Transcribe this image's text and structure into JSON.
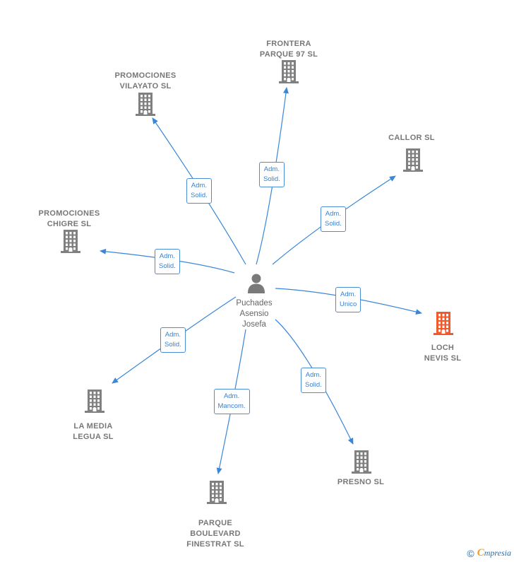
{
  "person": {
    "name": "Puchades\nAsensio\nJosefa",
    "icon": "person-icon"
  },
  "companies": [
    {
      "id": "frontera",
      "name": "FRONTERA\nPARQUE 97  SL",
      "role": "Adm.\nSolid.",
      "icon": "building-icon",
      "highlight": false
    },
    {
      "id": "vilayato",
      "name": "PROMOCIONES\nVILAYATO  SL",
      "role": "Adm.\nSolid.",
      "icon": "building-icon",
      "highlight": false
    },
    {
      "id": "callor",
      "name": "CALLOR SL",
      "role": "Adm.\nSolid.",
      "icon": "building-icon",
      "highlight": false
    },
    {
      "id": "chigre",
      "name": "PROMOCIONES\nCHIGRE SL",
      "role": "Adm.\nSolid.",
      "icon": "building-icon",
      "highlight": false
    },
    {
      "id": "loch",
      "name": "LOCH\nNEVIS  SL",
      "role": "Adm.\nUnico",
      "icon": "building-icon",
      "highlight": true
    },
    {
      "id": "media",
      "name": "LA MEDIA\nLEGUA  SL",
      "role": "Adm.\nSolid.",
      "icon": "building-icon",
      "highlight": false
    },
    {
      "id": "presno",
      "name": "PRESNO  SL",
      "role": "Adm.\nSolid.",
      "icon": "building-icon",
      "highlight": false
    },
    {
      "id": "parque",
      "name": "PARQUE\nBOULEVARD\nFINESTRAT SL",
      "role": "Adm.\nMancom.",
      "icon": "building-icon",
      "highlight": false
    }
  ],
  "colors": {
    "edge": "#3a86d8",
    "building": "#808080",
    "highlight": "#f25a2b",
    "label": "#777777"
  },
  "footer": {
    "copyright": "©",
    "brand_first": "C",
    "brand_rest": "mpresia"
  }
}
